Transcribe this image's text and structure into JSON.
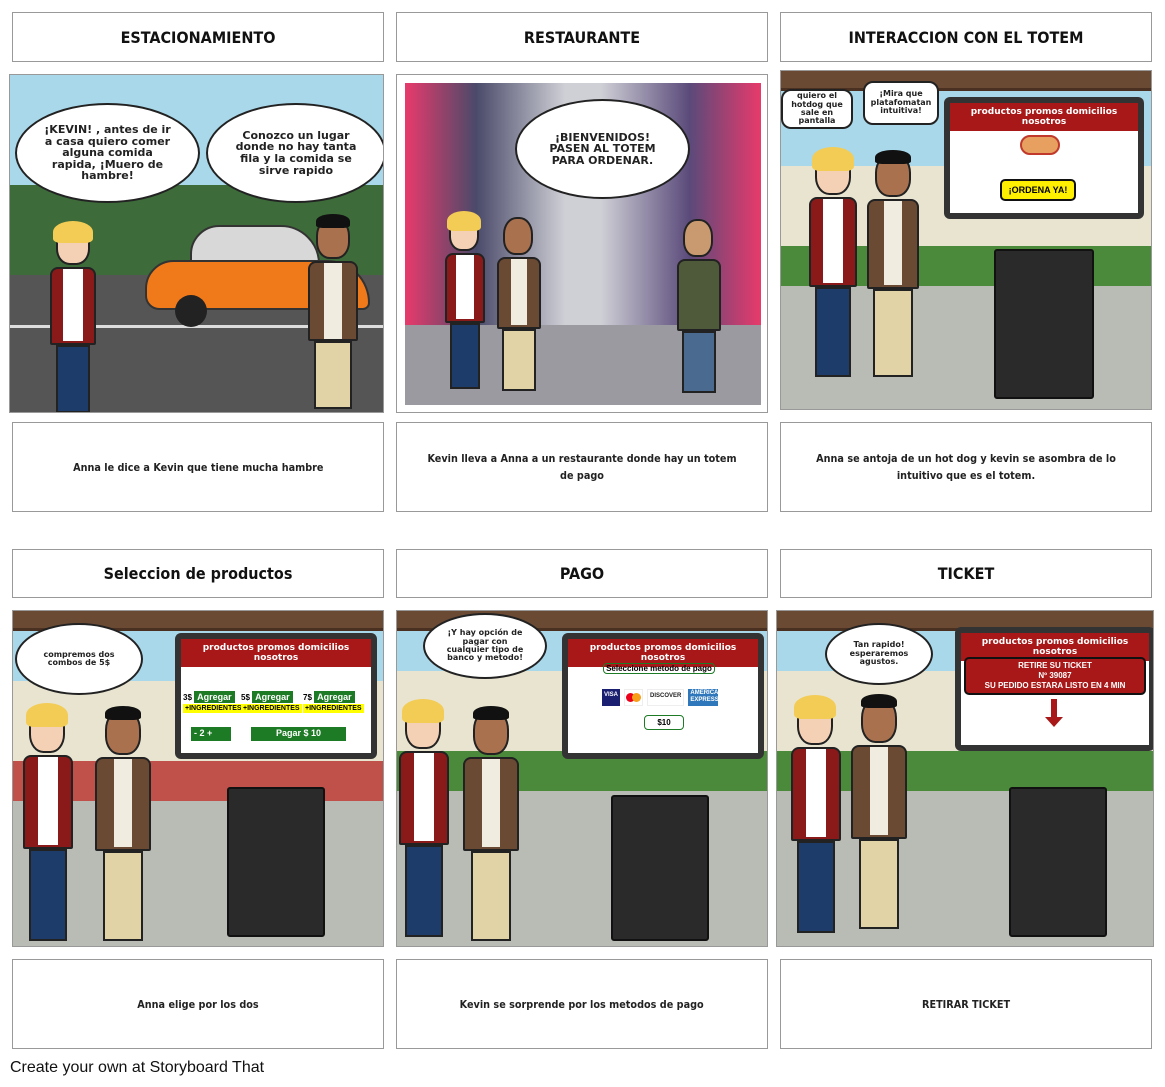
{
  "panels": [
    {
      "title": "ESTACIONAMIENTO",
      "caption": "Anna le dice a Kevin que tiene mucha hambre",
      "bubbles": [
        "¡KEVIN! , antes de ir a casa quiero comer alguna comida rapida, ¡Muero de hambre!",
        "Conozco un lugar donde no hay tanta fila y la comida se sirve rapido"
      ]
    },
    {
      "title": "RESTAURANTE",
      "caption": "Kevin lleva a Anna a un restaurante donde hay un totem de pago",
      "bubbles": [
        "¡BIENVENIDOS! PASEN AL TOTEM PARA ORDENAR."
      ]
    },
    {
      "title": "INTERACCION CON EL TOTEM",
      "caption": "Anna se antoja de un hot dog y kevin se asombra de lo intuitivo que es el totem.",
      "bubbles": [
        "quiero el hotdog que sale en pantalla",
        "¡Mira que platafomatan intuitiva!"
      ],
      "screen": {
        "header": "productos promos domicilios nosotros",
        "button": "¡ORDENA YA!"
      }
    },
    {
      "title": "Seleccion de productos",
      "caption": "Anna elige por los dos",
      "bubbles": [
        "compremos dos combos de 5$"
      ],
      "screen": {
        "header": "productos promos domicilios nosotros",
        "items": [
          {
            "price": "3$",
            "button": "Agregar",
            "extra": "+INGREDIENTES"
          },
          {
            "price": "5$",
            "button": "Agregar",
            "extra": "+INGREDIENTES"
          },
          {
            "price": "7$",
            "button": "Agregar",
            "extra": "+INGREDIENTES"
          }
        ],
        "quantity": "- 2 +",
        "pay": "Pagar $ 10"
      }
    },
    {
      "title": "PAGO",
      "caption": "Kevin se sorprende por los metodos de pago",
      "bubbles": [
        "¡Y hay opción de pagar con cualquier tipo de banco y metodo!"
      ],
      "screen": {
        "header": "productos promos domicilios nosotros",
        "prompt": "Seleccione metodo de pago",
        "cards": [
          "VISA",
          "mastercard",
          "DISCOVER",
          "AMERICAN EXPRESS"
        ],
        "amount": "$10"
      }
    },
    {
      "title": "TICKET",
      "caption": "RETIRAR TICKET",
      "bubbles": [
        "Tan rapido! esperaremos agustos."
      ],
      "screen": {
        "header": "productos promos domicilios nosotros",
        "line1": "RETIRE SU TICKET",
        "line2": "Nº 39087",
        "line3": "SU PEDIDO ESTARA LISTO EN 4 MIN"
      }
    }
  ],
  "footer": "Create your own at Storyboard That"
}
